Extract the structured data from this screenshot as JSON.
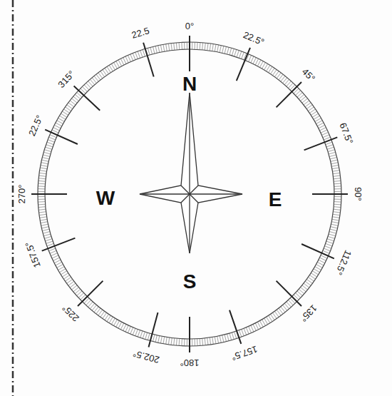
{
  "diagram": {
    "labels": [
      "0°",
      "22.5°",
      "45°",
      "67.5°",
      "90°",
      "112.5°",
      "135°",
      "157.5°",
      "180°",
      "202.5°",
      "225°",
      "157.5°",
      "270°",
      "22.5°",
      "315°",
      "22.5",
      "N",
      "E",
      "S",
      "W"
    ]
  }
}
